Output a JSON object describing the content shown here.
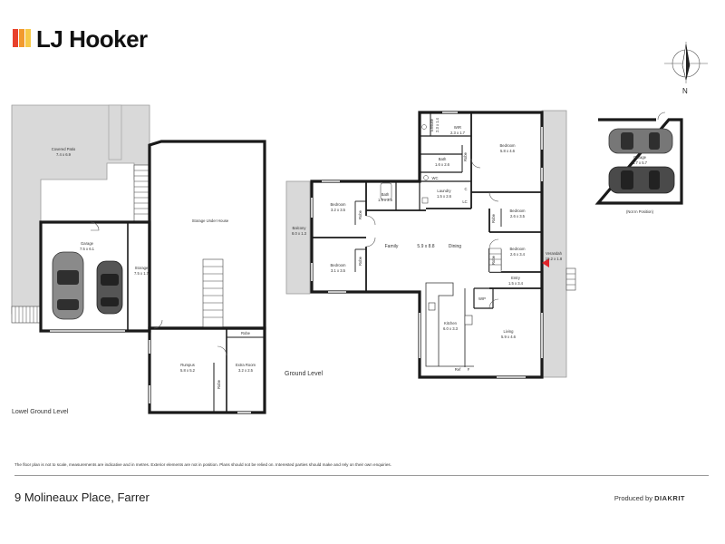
{
  "brand": {
    "name": "LJ Hooker"
  },
  "compass": {
    "label": "N"
  },
  "levels": {
    "lower": "Lowel Ground Level",
    "ground": "Ground Level"
  },
  "rooms": {
    "covered_patio": {
      "name": "Covered Patio",
      "size": "7.4 x 6.9"
    },
    "storage_under_house": {
      "name": "Storage Under House",
      "size": ""
    },
    "garage_lower": {
      "name": "Garage",
      "size": "7.5 x 6.1"
    },
    "storage": {
      "name": "Storage",
      "size": "7.5 x 1.7"
    },
    "rumpus": {
      "name": "Rumpus",
      "size": "5.8 x 5.2"
    },
    "extra_room": {
      "name": "Extra Room",
      "size": "3.2 x 2.5"
    },
    "robe_lower_1": {
      "name": "Robe",
      "size": ""
    },
    "robe_lower_2": {
      "name": "Robe",
      "size": ""
    },
    "balcony": {
      "name": "Balcony",
      "size": "8.0 x 1.3"
    },
    "bedroom_a": {
      "name": "Bedroom",
      "size": "3.2 x 3.5"
    },
    "bath_a": {
      "name": "Bath",
      "size": "1.5 x 2.6"
    },
    "bedroom_b": {
      "name": "Bedroom",
      "size": "3.1 x 3.5"
    },
    "family": {
      "name": "Family",
      "size": ""
    },
    "family_dining_size": {
      "name": "",
      "size": "5.9 x 8.8"
    },
    "dining": {
      "name": "Dining",
      "size": ""
    },
    "ensuite": {
      "name": "Ensuite",
      "size": "2.3 x 1.4"
    },
    "wir": {
      "name": "WIR",
      "size": "2.3 x 1.7"
    },
    "bath_b": {
      "name": "Bath",
      "size": "1.6 x 2.6"
    },
    "wc": {
      "name": "WC",
      "size": ""
    },
    "laundry": {
      "name": "Laundry",
      "size": "1.5 x 2.6"
    },
    "bedroom_master": {
      "name": "Bedroom",
      "size": "5.8 x 4.6"
    },
    "bedroom_c": {
      "name": "Bedroom",
      "size": "2.6 x 3.5"
    },
    "bedroom_d": {
      "name": "Bedroom",
      "size": "2.6 x 3.4"
    },
    "entry": {
      "name": "Entry",
      "size": "1.5 x 3.4"
    },
    "verandah": {
      "name": "Verandah",
      "size": "19.2 x 1.8"
    },
    "kitchen": {
      "name": "Kitchen",
      "size": "6.0 x 3.3"
    },
    "living": {
      "name": "Living",
      "size": "5.9 x 4.6"
    },
    "garage_detached": {
      "name": "Garage",
      "size": "5.7 x 5.7"
    },
    "robes": [
      "Robe",
      "Robe",
      "Robe",
      "Robe",
      "Robe"
    ],
    "small": {
      "wip": "WIP",
      "ref": "Ref",
      "f": "F",
      "lc": "LC",
      "c": "C"
    }
  },
  "garage_note": "(Not In Position)",
  "disclaimer": "The floor plan is not to scale, measurements are indicative and in metres. Exterior elements are not in position. Plans should not be relied on. Interested parties should make and rely on their own enquiries.",
  "address": "9 Molineaux Place, Farrer",
  "producer": {
    "prefix": "Produced by",
    "name": "DIAKRIT"
  },
  "colors": {
    "logo_red": "#e8412c",
    "logo_orange": "#f29a2e",
    "logo_yellow": "#f7c948",
    "wall": "#1a1a1a",
    "deck": "#d9d9d9",
    "entry_marker": "#e0242a"
  }
}
